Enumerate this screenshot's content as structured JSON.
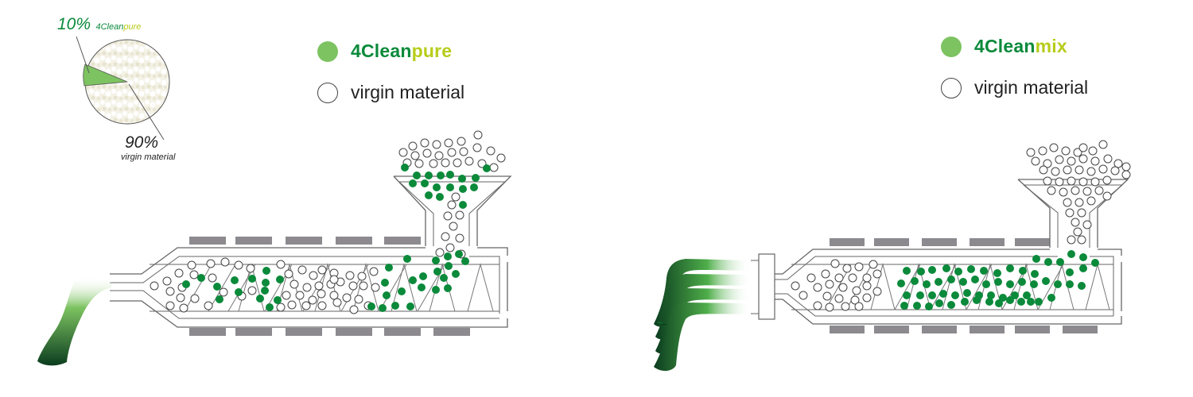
{
  "colors": {
    "green_dark": "#0a8a3a",
    "green_light": "#7dc361",
    "lime": "#b7cc1a",
    "heater": "#8c8a8f",
    "line": "#555555",
    "text": "#222222"
  },
  "left": {
    "inset": {
      "percent_additive": "10%",
      "additive_name_a": "4Clean",
      "additive_name_b": "pure",
      "percent_virgin": "90%",
      "virgin_label": "virgin material"
    },
    "legend": {
      "brand_a": "4Clean",
      "brand_b": "pure",
      "virgin_label": "virgin material"
    }
  },
  "right": {
    "legend": {
      "brand_a": "4Clean",
      "brand_b": "mix",
      "virgin_label": "virgin material"
    }
  }
}
